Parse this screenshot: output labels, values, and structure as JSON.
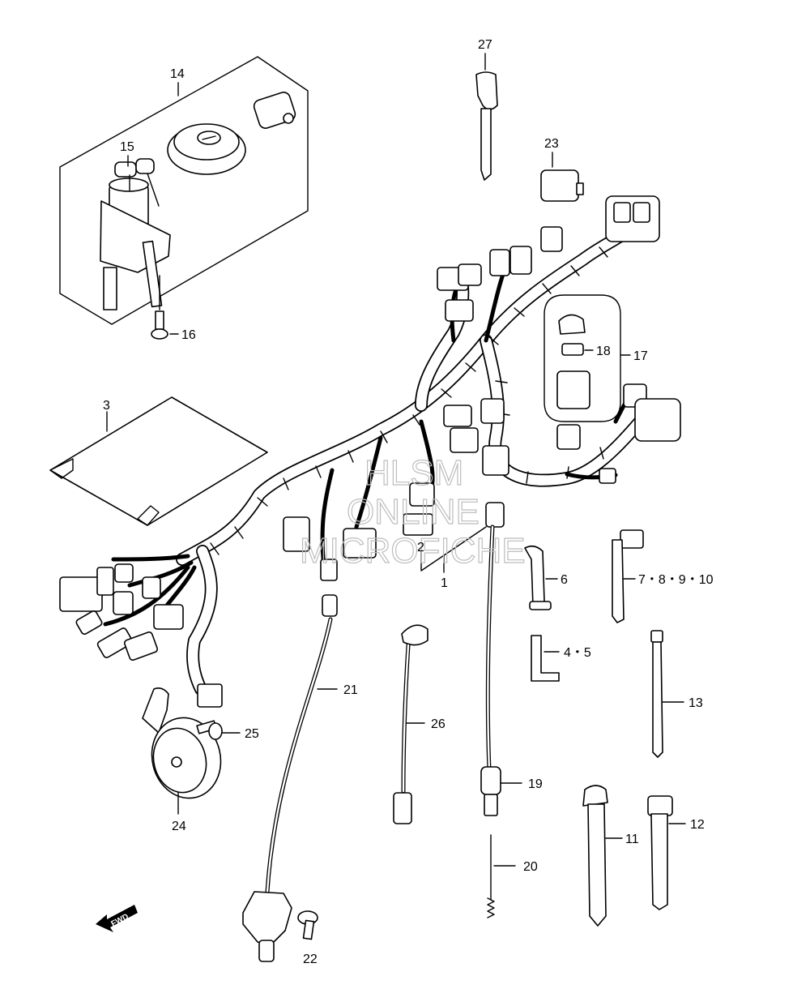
{
  "callouts": {
    "c1": "1",
    "c2": "2",
    "c3": "3",
    "c4_5": "4・5",
    "c6": "6",
    "c7_10": "7・8・9・10",
    "c11": "11",
    "c12": "12",
    "c13": "13",
    "c14": "14",
    "c15": "15",
    "c16": "16",
    "c17": "17",
    "c18": "18",
    "c19": "19",
    "c20": "20",
    "c21": "21",
    "c22": "22",
    "c23": "23",
    "c24": "24",
    "c25": "25",
    "c26": "26",
    "c27": "27"
  },
  "watermark": {
    "line1": "HLSM",
    "line2": "ONLINE",
    "line3": "MICROFICHE"
  },
  "direction_badge": "FWD"
}
